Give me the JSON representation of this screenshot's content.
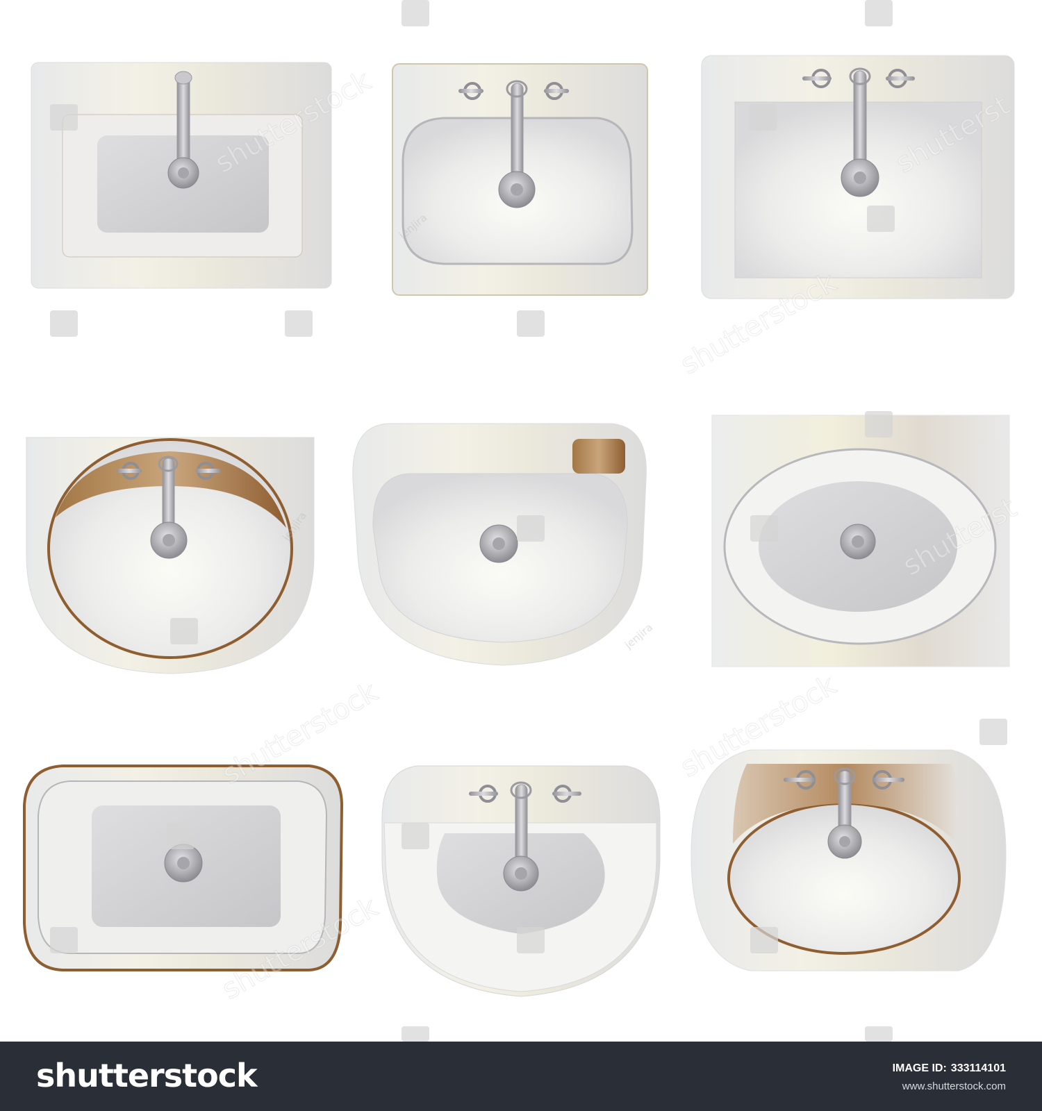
{
  "artwork": {
    "sinks": [
      {
        "shape": "rectangular-countertop",
        "faucet": "single-lever"
      },
      {
        "shape": "rounded-rectangle",
        "faucet": "widespread-three-hole"
      },
      {
        "shape": "square-undermount",
        "faucet": "widespread-three-hole"
      },
      {
        "shape": "semi-round-pedestal",
        "faucet": "widespread-three-hole"
      },
      {
        "shape": "d-shaped-pedestal",
        "faucet": "none"
      },
      {
        "shape": "oval-on-square",
        "faucet": "none"
      },
      {
        "shape": "rounded-rectangle-bronze-rim",
        "faucet": "none"
      },
      {
        "shape": "round-pedestal",
        "faucet": "widespread-three-hole"
      },
      {
        "shape": "oval-bowl-bronze-rim",
        "faucet": "widespread-three-hole"
      }
    ],
    "colors": {
      "background": "#ffffff",
      "porcelain": "#eeeeee",
      "basin": "#cfcfd2",
      "chrome": "#a8a8ad",
      "bronze": "#9a6b3d",
      "footer": "#2a2e37"
    },
    "watermark": {
      "text": "shutterstock",
      "signature": "jenjira"
    }
  },
  "footer": {
    "brand": "shutterstock",
    "image_id_label": "IMAGE ID:",
    "image_id": "333114101",
    "site": "www.shutterstock.com"
  }
}
